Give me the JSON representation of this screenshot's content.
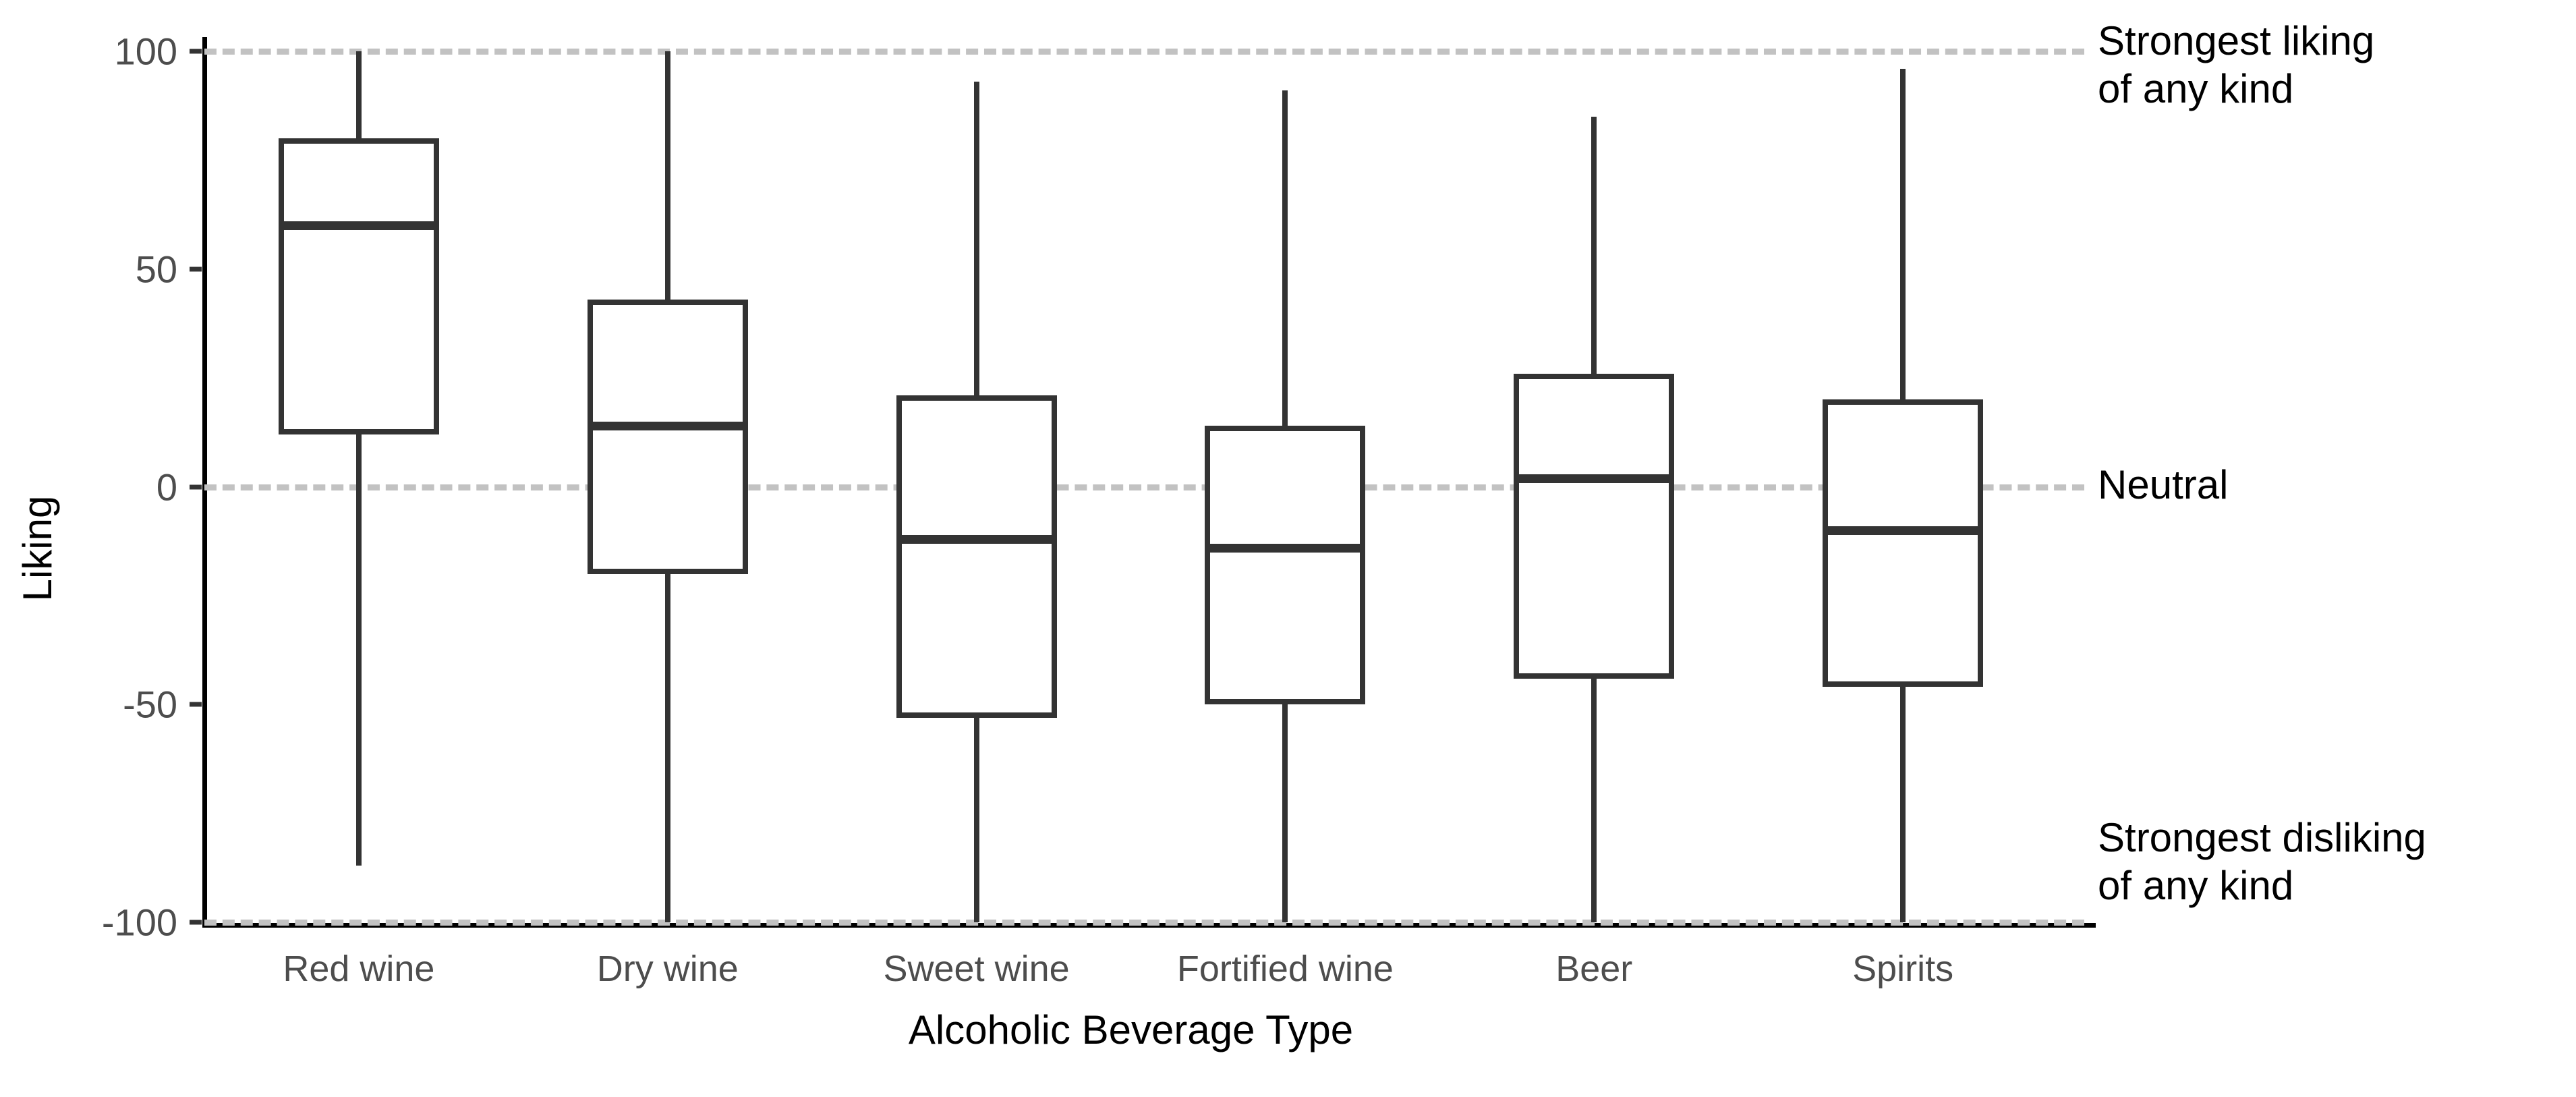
{
  "chart_data": {
    "type": "box",
    "title": "",
    "xlabel": "Alcoholic Beverage Type",
    "ylabel": "Liking",
    "ylim": [
      -100,
      100
    ],
    "yticks": [
      100,
      50,
      0,
      -50,
      -100
    ],
    "ytick_labels": [
      "100",
      "50",
      "0",
      "-50",
      "-100"
    ],
    "grid": "horizontal dashed gridlines at -100, 0, 100",
    "legend": "none",
    "categories": [
      "Red wine",
      "Dry wine",
      "Sweet wine",
      "Fortified wine",
      "Beer",
      "Spirits"
    ],
    "boxes": [
      {
        "category": "Red wine",
        "whisker_low": -87,
        "q1": 12,
        "median": 60,
        "q3": 80,
        "whisker_high": 100
      },
      {
        "category": "Dry wine",
        "whisker_low": -100,
        "q1": -20,
        "median": 14,
        "q3": 43,
        "whisker_high": 100
      },
      {
        "category": "Sweet wine",
        "whisker_low": -100,
        "q1": -53,
        "median": -12,
        "q3": 21,
        "whisker_high": 93
      },
      {
        "category": "Fortified wine",
        "whisker_low": -100,
        "q1": -50,
        "median": -14,
        "q3": 14,
        "whisker_high": 91
      },
      {
        "category": "Beer",
        "whisker_low": -100,
        "q1": -44,
        "median": 2,
        "q3": 26,
        "whisker_high": 85
      },
      {
        "category": "Spirits",
        "whisker_low": -100,
        "q1": -46,
        "median": -10,
        "q3": 20,
        "whisker_high": 96
      }
    ],
    "annotations": [
      {
        "value": 100,
        "text": "Strongest liking\nof any kind"
      },
      {
        "value": 0,
        "text": "Neutral"
      },
      {
        "value": -100,
        "text": "Strongest disliking\nof any kind"
      }
    ],
    "colors": {
      "box_stroke": "#333333",
      "box_fill": "#ffffff",
      "gridline": "#c2c2c2",
      "axis": "#000000",
      "tick_label": "#4d4d4d",
      "background": "#ffffff"
    }
  },
  "axes": {
    "y_title": "Liking",
    "x_title": "Alcoholic Beverage Type",
    "y_ticks": [
      "100",
      "50",
      "0",
      "-50",
      "-100"
    ],
    "x_ticks": [
      "Red wine",
      "Dry wine",
      "Sweet wine",
      "Fortified wine",
      "Beer",
      "Spirits"
    ]
  },
  "annotations": {
    "top_line1": "Strongest liking",
    "top_line2": "of any kind",
    "middle": "Neutral",
    "bottom_line1": "Strongest disliking",
    "bottom_line2": "of any kind"
  }
}
